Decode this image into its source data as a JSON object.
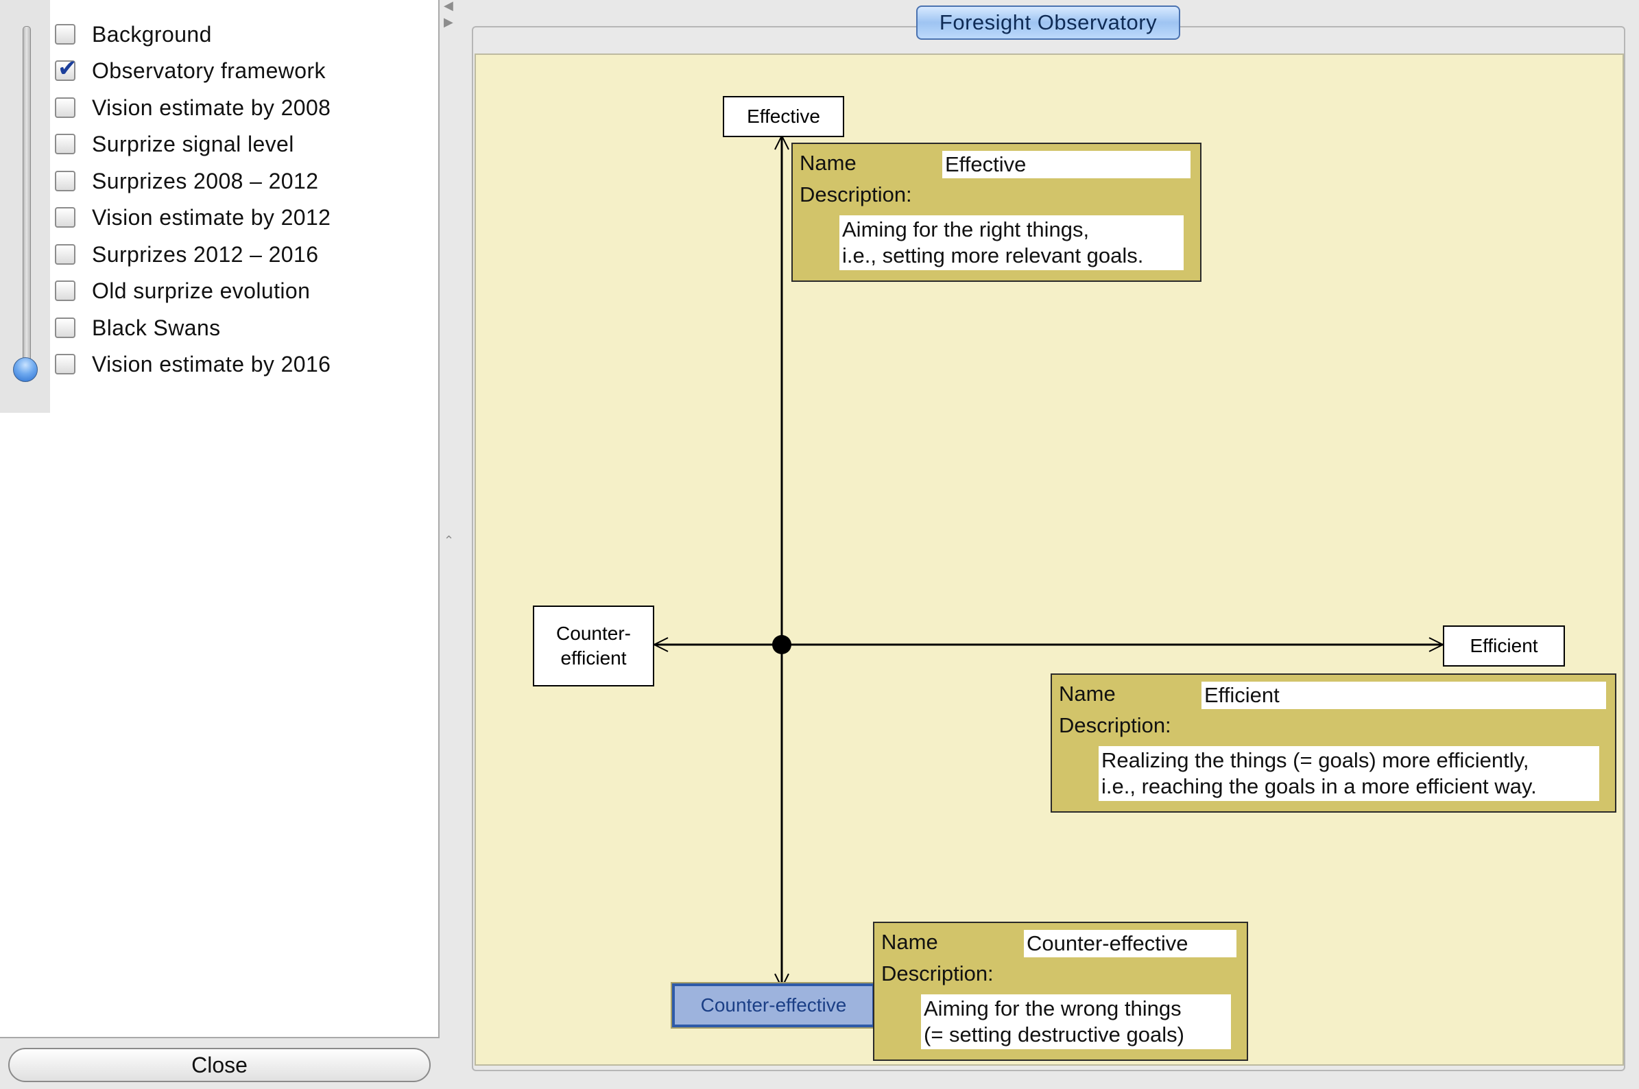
{
  "layers_panel": {
    "items": [
      {
        "label": "Background",
        "checked": false
      },
      {
        "label": "Observatory framework",
        "checked": true
      },
      {
        "label": "Vision estimate by 2008",
        "checked": false
      },
      {
        "label": "Surprize signal level",
        "checked": false
      },
      {
        "label": "Surprizes 2008 – 2012",
        "checked": false
      },
      {
        "label": "Vision estimate by 2012",
        "checked": false
      },
      {
        "label": "Surprizes 2012 – 2016",
        "checked": false
      },
      {
        "label": "Old surprize evolution",
        "checked": false
      },
      {
        "label": "Black Swans",
        "checked": false
      },
      {
        "label": "Vision estimate by 2016",
        "checked": false
      }
    ],
    "close_label": "Close"
  },
  "view": {
    "title": "Foresight Observatory",
    "nodes": {
      "effective": "Effective",
      "counter_efficient": "Counter-\nefficient",
      "efficient": "Efficient",
      "counter_effective": "Counter-effective"
    },
    "info_boxes": {
      "name_label": "Name",
      "description_label": "Description:",
      "effective": {
        "name": "Effective",
        "description": "Aiming for the right things,\ni.e., setting more relevant goals."
      },
      "efficient": {
        "name": "Efficient",
        "description": "Realizing the things (= goals) more efficiently,\ni.e., reaching the goals in a more efficient way."
      },
      "counter_effective": {
        "name": "Counter-effective",
        "description": "Aiming for the wrong things\n(= setting destructive goals)"
      }
    }
  },
  "colors": {
    "canvas": "#f5f0c8",
    "info_box": "#d2c46a",
    "selected_node": "#9db3dd",
    "title_button": "#9ec4f2"
  }
}
